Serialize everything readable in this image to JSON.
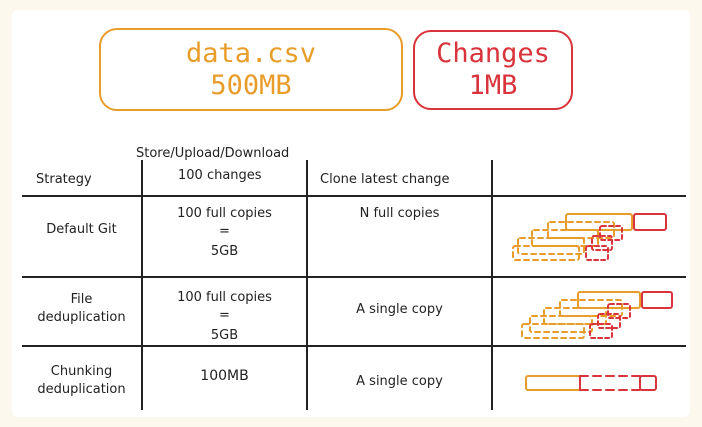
{
  "boxes": {
    "data": {
      "name": "data.csv",
      "size": "500MB"
    },
    "changes": {
      "name": "Changes",
      "size": "1MB"
    }
  },
  "table": {
    "group_header": "Store/Upload/Download",
    "headers": {
      "strategy": "Strategy",
      "changes": "100 changes",
      "clone": "Clone latest change"
    },
    "rows": [
      {
        "strategy_line1": "Default Git",
        "strategy_line2": "",
        "changes_line1": "100 full copies",
        "changes_eq": "=",
        "changes_line2": "5GB",
        "clone": "N full copies"
      },
      {
        "strategy_line1": "File",
        "strategy_line2": "deduplication",
        "changes_line1": "100 full copies",
        "changes_eq": "=",
        "changes_line2": "5GB",
        "clone": "A single copy"
      },
      {
        "strategy_line1": "Chunking",
        "strategy_line2": "deduplication",
        "changes_line1": "100MB",
        "changes_eq": "",
        "changes_line2": "",
        "clone": "A single copy"
      }
    ]
  },
  "colors": {
    "orange": "#e89d2a",
    "red": "#d9343c"
  }
}
